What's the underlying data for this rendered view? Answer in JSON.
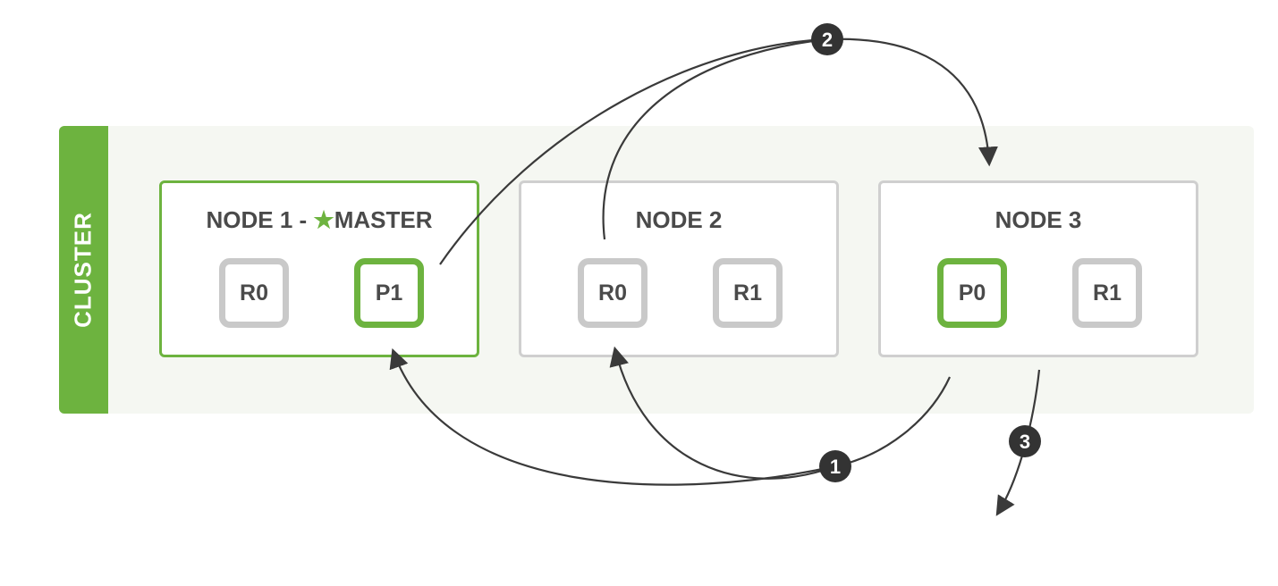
{
  "cluster": {
    "label": "CLUSTER"
  },
  "nodes": [
    {
      "title_prefix": "NODE 1 - ",
      "star_icon": "star-icon",
      "title_suffix": "MASTER",
      "shards": [
        {
          "label": "R0",
          "type": "replica"
        },
        {
          "label": "P1",
          "type": "primary"
        }
      ]
    },
    {
      "title": "NODE 2",
      "shards": [
        {
          "label": "R0",
          "type": "replica"
        },
        {
          "label": "R1",
          "type": "replica"
        }
      ]
    },
    {
      "title": "NODE 3",
      "shards": [
        {
          "label": "P0",
          "type": "primary"
        },
        {
          "label": "R1",
          "type": "replica"
        }
      ]
    }
  ],
  "steps": [
    "1",
    "2",
    "3"
  ],
  "colors": {
    "accent": "#6db33f",
    "replica_border": "#c9c9c9",
    "arrow": "#3a3a3a",
    "cluster_bg": "#f5f7f2"
  }
}
